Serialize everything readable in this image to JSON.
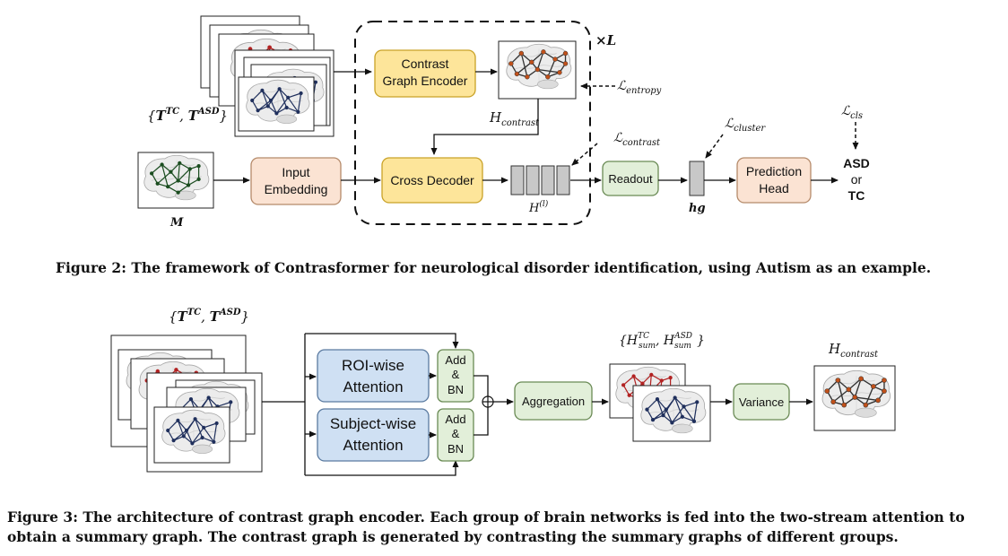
{
  "fig2": {
    "repeat": "×L",
    "t_tc": "T",
    "t_tc_sup": "TC",
    "t_asd": "T",
    "t_asd_sup": "ASD",
    "m_label": "M",
    "contrast_encoder": [
      "Contrast",
      "Graph Encoder"
    ],
    "l_entropy": "ℒ",
    "l_entropy_sub": "entropy",
    "h_contrast": "H",
    "h_contrast_sub": "contrast",
    "l_contrast": "ℒ",
    "l_contrast_sub": "contrast",
    "l_cluster": "ℒ",
    "l_cluster_sub": "cluster",
    "l_cls": "ℒ",
    "l_cls_sub": "cls",
    "input_embedding": [
      "Input",
      "Embedding"
    ],
    "cross_decoder": "Cross Decoder",
    "h_l": "H",
    "h_l_sup": "(l)",
    "readout": "Readout",
    "hg": "hg",
    "prediction_head": [
      "Prediction",
      "Head"
    ],
    "out_asd": "ASD",
    "out_or": "or",
    "out_tc": "TC"
  },
  "fig3": {
    "t_tc": "T",
    "t_tc_sup": "TC",
    "t_asd": "T",
    "t_asd_sup": "ASD",
    "roi_attention": [
      "ROI-wise",
      "Attention"
    ],
    "subject_attention": [
      "Subject-wise",
      "Attention"
    ],
    "addbn": [
      "Add",
      "&",
      "BN"
    ],
    "aggregation": "Aggregation",
    "h_sum": "H",
    "h_sum_sub": "sum",
    "h_tc_sup": "TC",
    "h_asd_sup": "ASD",
    "variance": "Variance",
    "h_contrast": "H",
    "h_contrast_sub": "contrast"
  },
  "captions": {
    "fig2": "Figure 2: The framework of Contrasformer for neurological disorder identification, using Autism as an example.",
    "fig3": "Figure 3: The architecture of contrast graph encoder. Each group of brain networks is fed into the two-stream attention to obtain a summary graph. The contrast graph is generated by contrasting the summary graphs of different groups."
  },
  "colors": {
    "yellow_box": "#fde59a",
    "yellow_border": "#c9a227",
    "peach_box": "#fbe3d3",
    "peach_border": "#b58a6a",
    "green_box": "#e2efd9",
    "green_border": "#6a8a55",
    "blue_box": "#cfe0f3",
    "blue_border": "#5a7aa0",
    "gray_box": "#c8c8c8",
    "brain_red": "#b22222",
    "brain_navy": "#1f2f5c",
    "brain_green": "#2e7d32",
    "brain_orange": "#c0501a",
    "brain_dark": "#333333"
  }
}
